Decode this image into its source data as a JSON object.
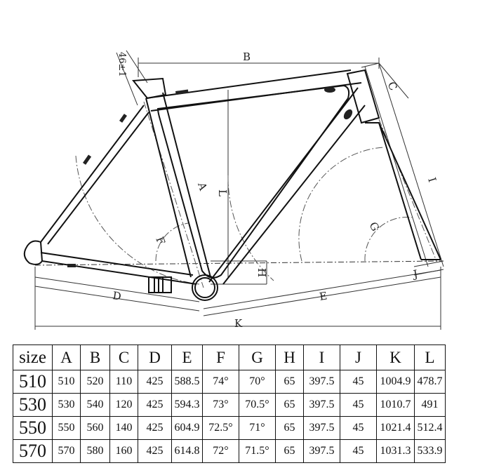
{
  "diagram": {
    "labels": {
      "a": "A",
      "b": "B",
      "c": "C",
      "d": "D",
      "e": "E",
      "f": "F",
      "g": "G",
      "h": "H",
      "i": "I",
      "j": "J",
      "k": "K",
      "l": "L",
      "head_tube": "46±1"
    }
  },
  "table": {
    "header": [
      "size",
      "A",
      "B",
      "C",
      "D",
      "E",
      "F",
      "G",
      "H",
      "I",
      "J",
      "K",
      "L"
    ],
    "rows": [
      [
        "510",
        "510",
        "520",
        "110",
        "425",
        "588.5",
        "74°",
        "70°",
        "65",
        "397.5",
        "45",
        "1004.9",
        "478.7"
      ],
      [
        "530",
        "530",
        "540",
        "120",
        "425",
        "594.3",
        "73°",
        "70.5°",
        "65",
        "397.5",
        "45",
        "1010.7",
        "491"
      ],
      [
        "550",
        "550",
        "560",
        "140",
        "425",
        "604.9",
        "72.5°",
        "71°",
        "65",
        "397.5",
        "45",
        "1021.4",
        "512.4"
      ],
      [
        "570",
        "570",
        "580",
        "160",
        "425",
        "614.8",
        "72°",
        "71.5°",
        "65",
        "397.5",
        "45",
        "1031.3",
        "533.9"
      ]
    ]
  }
}
